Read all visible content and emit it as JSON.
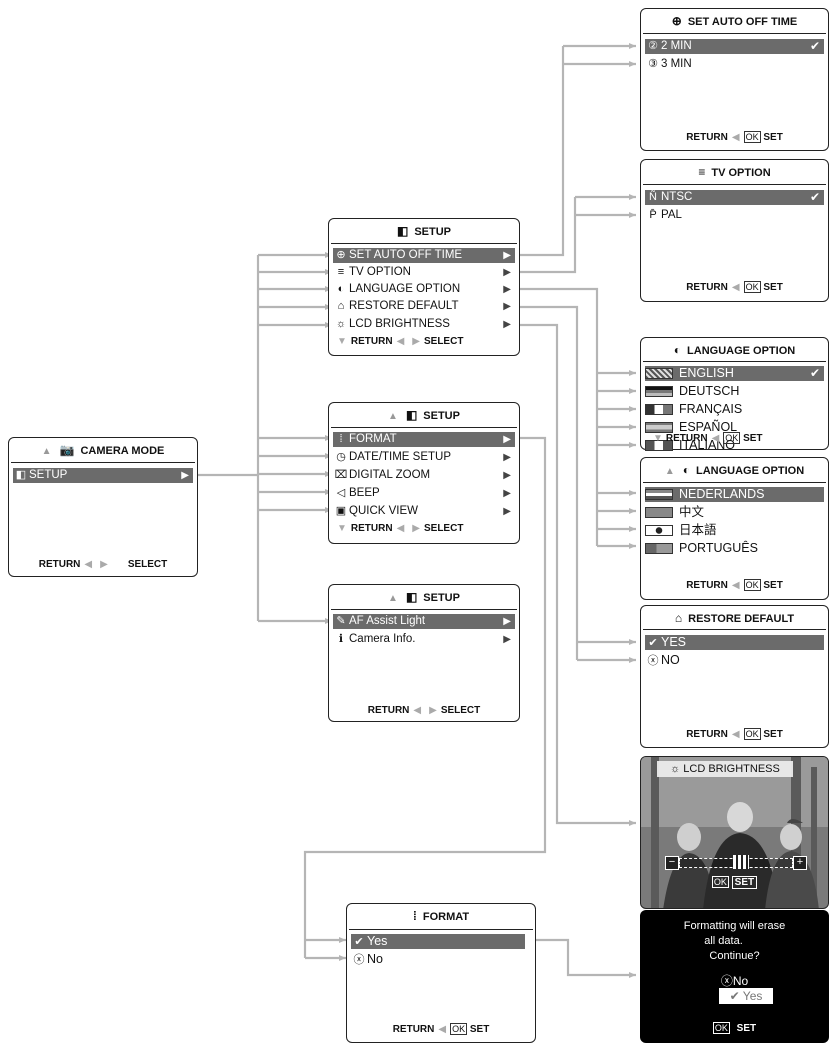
{
  "camera_mode": {
    "title": "CAMERA MODE",
    "item": "SETUP",
    "footer_return": "RETURN",
    "footer_select": "SELECT"
  },
  "setup1": {
    "title": "SETUP",
    "items": [
      "SET AUTO OFF TIME",
      "TV OPTION",
      "LANGUAGE OPTION",
      "RESTORE DEFAULT",
      "LCD BRIGHTNESS"
    ],
    "footer_return": "RETURN",
    "footer_select": "SELECT"
  },
  "setup2": {
    "title": "SETUP",
    "items": [
      "FORMAT",
      "DATE/TIME SETUP",
      "DIGITAL ZOOM",
      "BEEP",
      "QUICK VIEW"
    ],
    "footer_return": "RETURN",
    "footer_select": "SELECT"
  },
  "setup3": {
    "title": "SETUP",
    "items": [
      "AF Assist Light",
      "Camera Info."
    ],
    "footer_return": "RETURN",
    "footer_select": "SELECT"
  },
  "auto_off": {
    "title": "SET AUTO OFF TIME",
    "items": [
      "2 MIN",
      "3 MIN"
    ],
    "footer_return": "RETURN",
    "footer_ok": "OK",
    "footer_set": "SET"
  },
  "tv_option": {
    "title": "TV OPTION",
    "items": [
      "NTSC",
      "PAL"
    ],
    "footer_return": "RETURN",
    "footer_ok": "OK",
    "footer_set": "SET"
  },
  "language1": {
    "title": "LANGUAGE OPTION",
    "items": [
      "ENGLISH",
      "DEUTSCH",
      "FRANÇAIS",
      "ESPAÑOL",
      "ITALIANO"
    ],
    "footer_return": "RETURN",
    "footer_ok": "OK",
    "footer_set": "SET"
  },
  "language2": {
    "title": "LANGUAGE OPTION",
    "items": [
      "NEDERLANDS",
      "中文",
      "日本語",
      "PORTUGUÊS"
    ],
    "footer_return": "RETURN",
    "footer_ok": "OK",
    "footer_set": "SET"
  },
  "restore": {
    "title": "RESTORE DEFAULT",
    "items": [
      "YES",
      "NO"
    ],
    "footer_return": "RETURN",
    "footer_ok": "OK",
    "footer_set": "SET"
  },
  "lcd": {
    "title": "LCD BRIGHTNESS",
    "ok": "OK",
    "set": "SET",
    "level": 0.55
  },
  "format": {
    "title": "FORMAT",
    "items": [
      "Yes",
      "No"
    ],
    "footer_return": "RETURN",
    "footer_ok": "OK",
    "footer_set": "SET"
  },
  "format_confirm": {
    "line1": "Formatting will erase",
    "line2": "all data.",
    "line3": "Continue?",
    "opt_no": "No",
    "opt_yes": "Yes",
    "ok": "OK",
    "set": "SET"
  },
  "colors": {
    "selected_row": "#6b6b6b",
    "connector": "#b5b5b5"
  }
}
